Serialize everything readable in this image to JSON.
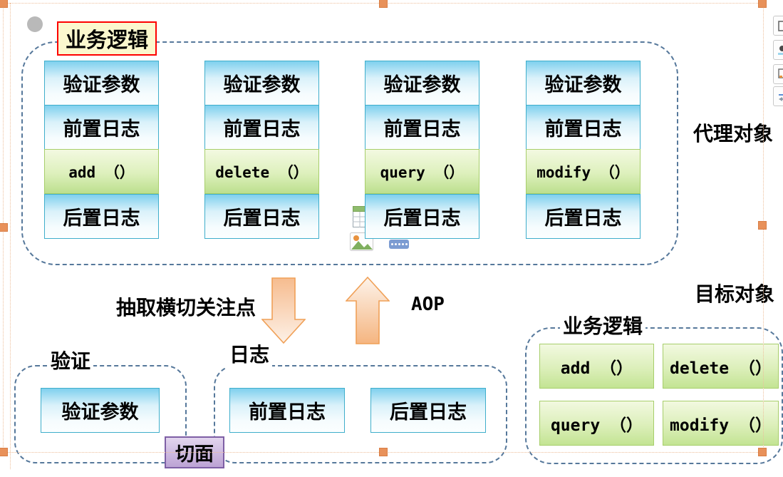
{
  "slide": {
    "proxy_group": {
      "label": "业务逻辑",
      "side_label": "代理对象",
      "columns": [
        {
          "cells": [
            "验证参数",
            "前置日志",
            "add （）",
            "后置日志"
          ]
        },
        {
          "cells": [
            "验证参数",
            "前置日志",
            "delete （）",
            "后置日志"
          ]
        },
        {
          "cells": [
            "验证参数",
            "前置日志",
            "query （）",
            "后置日志"
          ]
        },
        {
          "cells": [
            "验证参数",
            "前置日志",
            "modify （）",
            "后置日志"
          ]
        }
      ]
    },
    "arrows": {
      "down_arrow_label": "抽取横切关注点",
      "up_arrow_label": "AOP"
    },
    "aspect_section": {
      "verify_group": {
        "label": "验证",
        "box": "验证参数"
      },
      "log_group": {
        "label": "日志",
        "boxes": [
          "前置日志",
          "后置日志"
        ]
      },
      "aspect_tag": "切面"
    },
    "target_group": {
      "side_label": "目标对象",
      "label": "业务逻辑",
      "methods": [
        "add （）",
        "delete （）",
        "query （）",
        "modify （）"
      ]
    }
  },
  "editor": {
    "placeholder_icons": [
      "insert-table",
      "insert-picture",
      "insert-diagram"
    ],
    "side_buttons": [
      "paste-options",
      "format-options",
      "layout-options",
      "refresh-options"
    ]
  },
  "colors": {
    "blue_box_top": "#7FD0EE",
    "blue_box_border": "#3FAECB",
    "green_box_bottom": "#BCDF8E",
    "green_box_border": "#A7CE6B",
    "yellow_tag_bg": "#FBF8CE",
    "yellow_tag_border": "#FE0000",
    "purple_tag_bg": "#BCA3D4",
    "dashed_group_border": "#56789B",
    "arrow_stroke": "#F0A057",
    "selection_handle": "#E8915A"
  }
}
